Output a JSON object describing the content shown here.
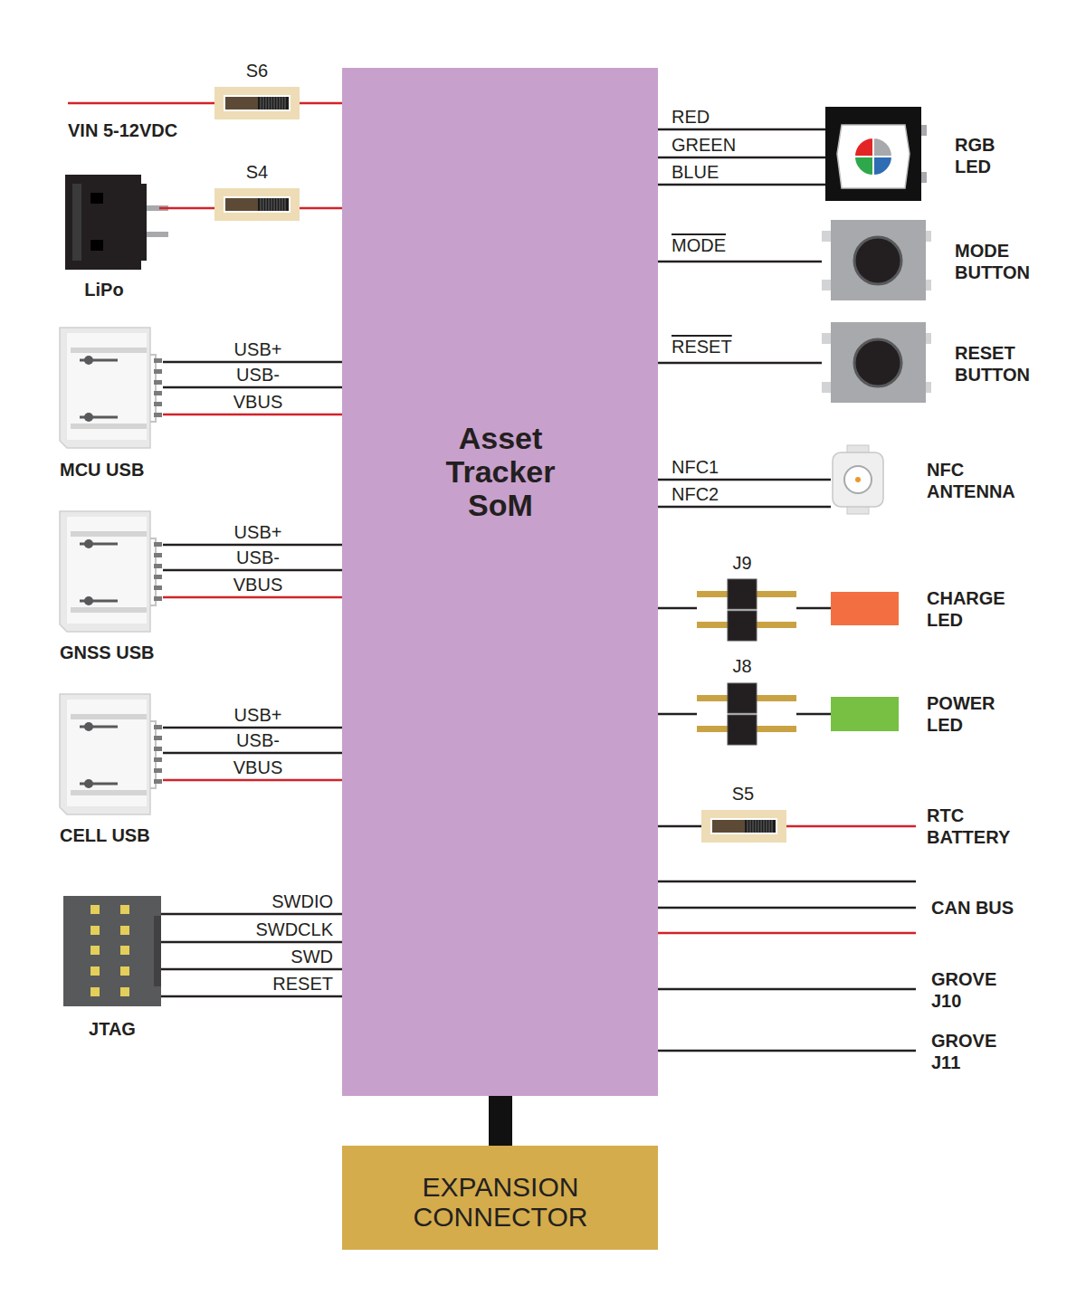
{
  "diagram": {
    "nodes": [
      {
        "text": [
          "S6"
        ]
      },
      {
        "text": [
          "RGB LED"
        ]
      },
      {
        "text": [
          "S4"
        ]
      },
      {
        "text": [
          "MODE BUTTON"
        ]
      },
      {
        "text": [
          "LiPo"
        ]
      },
      {
        "text": [
          "RESET BUTTON"
        ]
      },
      {
        "text": [
          "Asset Tracker SoM"
        ]
      },
      {
        "text": [
          "MCU USB"
        ]
      },
      {
        "text": [
          "NFC ANTENNA"
        ]
      },
      {
        "text": [
          "J9"
        ]
      },
      {
        "text": [
          "CHARGE LED"
        ]
      },
      {
        "text": [
          "GNSS USB"
        ]
      },
      {
        "text": [
          "J8"
        ]
      },
      {
        "text": [
          "POWER LED"
        ]
      },
      {
        "text": [
          "S5"
        ]
      },
      {
        "text": [
          "CELL USB"
        ]
      },
      {
        "text": [
          "JTAG"
        ]
      },
      {
        "text": [
          "EXPANSION CONNECTOR"
        ]
      }
    ],
    "edges": [
      {
        "from": 0,
        "to": 6,
        "arrow": "none"
      },
      {
        "from": 4,
        "to": 2,
        "arrow": "none"
      },
      {
        "from": 2,
        "to": 6,
        "arrow": "none"
      },
      {
        "from": 7,
        "to": 6,
        "label": "USB+",
        "arrow": "none"
      },
      {
        "from": 7,
        "to": 6,
        "label": "USB-",
        "arrow": "none"
      },
      {
        "from": 7,
        "to": 6,
        "label": "VBUS",
        "arrow": "none"
      },
      {
        "from": 11,
        "to": 6,
        "label": "USB+",
        "arrow": "none"
      },
      {
        "from": 11,
        "to": 6,
        "label": "USB-",
        "arrow": "none"
      },
      {
        "from": 11,
        "to": 6,
        "label": "VBUS",
        "arrow": "none"
      },
      {
        "from": 15,
        "to": 6,
        "label": "USB+",
        "arrow": "none"
      },
      {
        "from": 15,
        "to": 6,
        "label": "USB-",
        "arrow": "none"
      },
      {
        "from": 15,
        "to": 6,
        "label": "VBUS",
        "arrow": "none"
      },
      {
        "from": 16,
        "to": 6,
        "label": "SWDIO",
        "arrow": "none"
      },
      {
        "from": 16,
        "to": 6,
        "label": "SWDCLK",
        "arrow": "none"
      },
      {
        "from": 16,
        "to": 6,
        "label": "SWD",
        "arrow": "none"
      },
      {
        "from": 16,
        "to": 6,
        "label": "RESET",
        "arrow": "none"
      },
      {
        "from": 6,
        "to": 1,
        "label": "RED",
        "arrow": "none"
      },
      {
        "from": 6,
        "to": 1,
        "label": "GREEN",
        "arrow": "none"
      },
      {
        "from": 6,
        "to": 1,
        "label": "BLUE",
        "arrow": "none"
      },
      {
        "from": 6,
        "to": 3,
        "label": "MODE",
        "arrow": "none"
      },
      {
        "from": 6,
        "to": 5,
        "label": "RESET",
        "arrow": "none"
      },
      {
        "from": 6,
        "to": 8,
        "label": "NFC1",
        "arrow": "none"
      },
      {
        "from": 6,
        "to": 8,
        "label": "NFC2",
        "arrow": "none"
      },
      {
        "from": 6,
        "to": 9,
        "arrow": "none"
      },
      {
        "from": 9,
        "to": 10,
        "arrow": "none"
      },
      {
        "from": 6,
        "to": 12,
        "arrow": "none"
      },
      {
        "from": 12,
        "to": 13,
        "arrow": "none"
      },
      {
        "from": 6,
        "to": 14,
        "arrow": "none"
      },
      {
        "from": 6,
        "to": 17,
        "arrow": "none"
      }
    ],
    "labels": [
      "VIN 5-12VDC",
      "RTC BATTERY",
      "CAN BUS",
      "GROVE J10",
      "GROVE J11"
    ]
  }
}
